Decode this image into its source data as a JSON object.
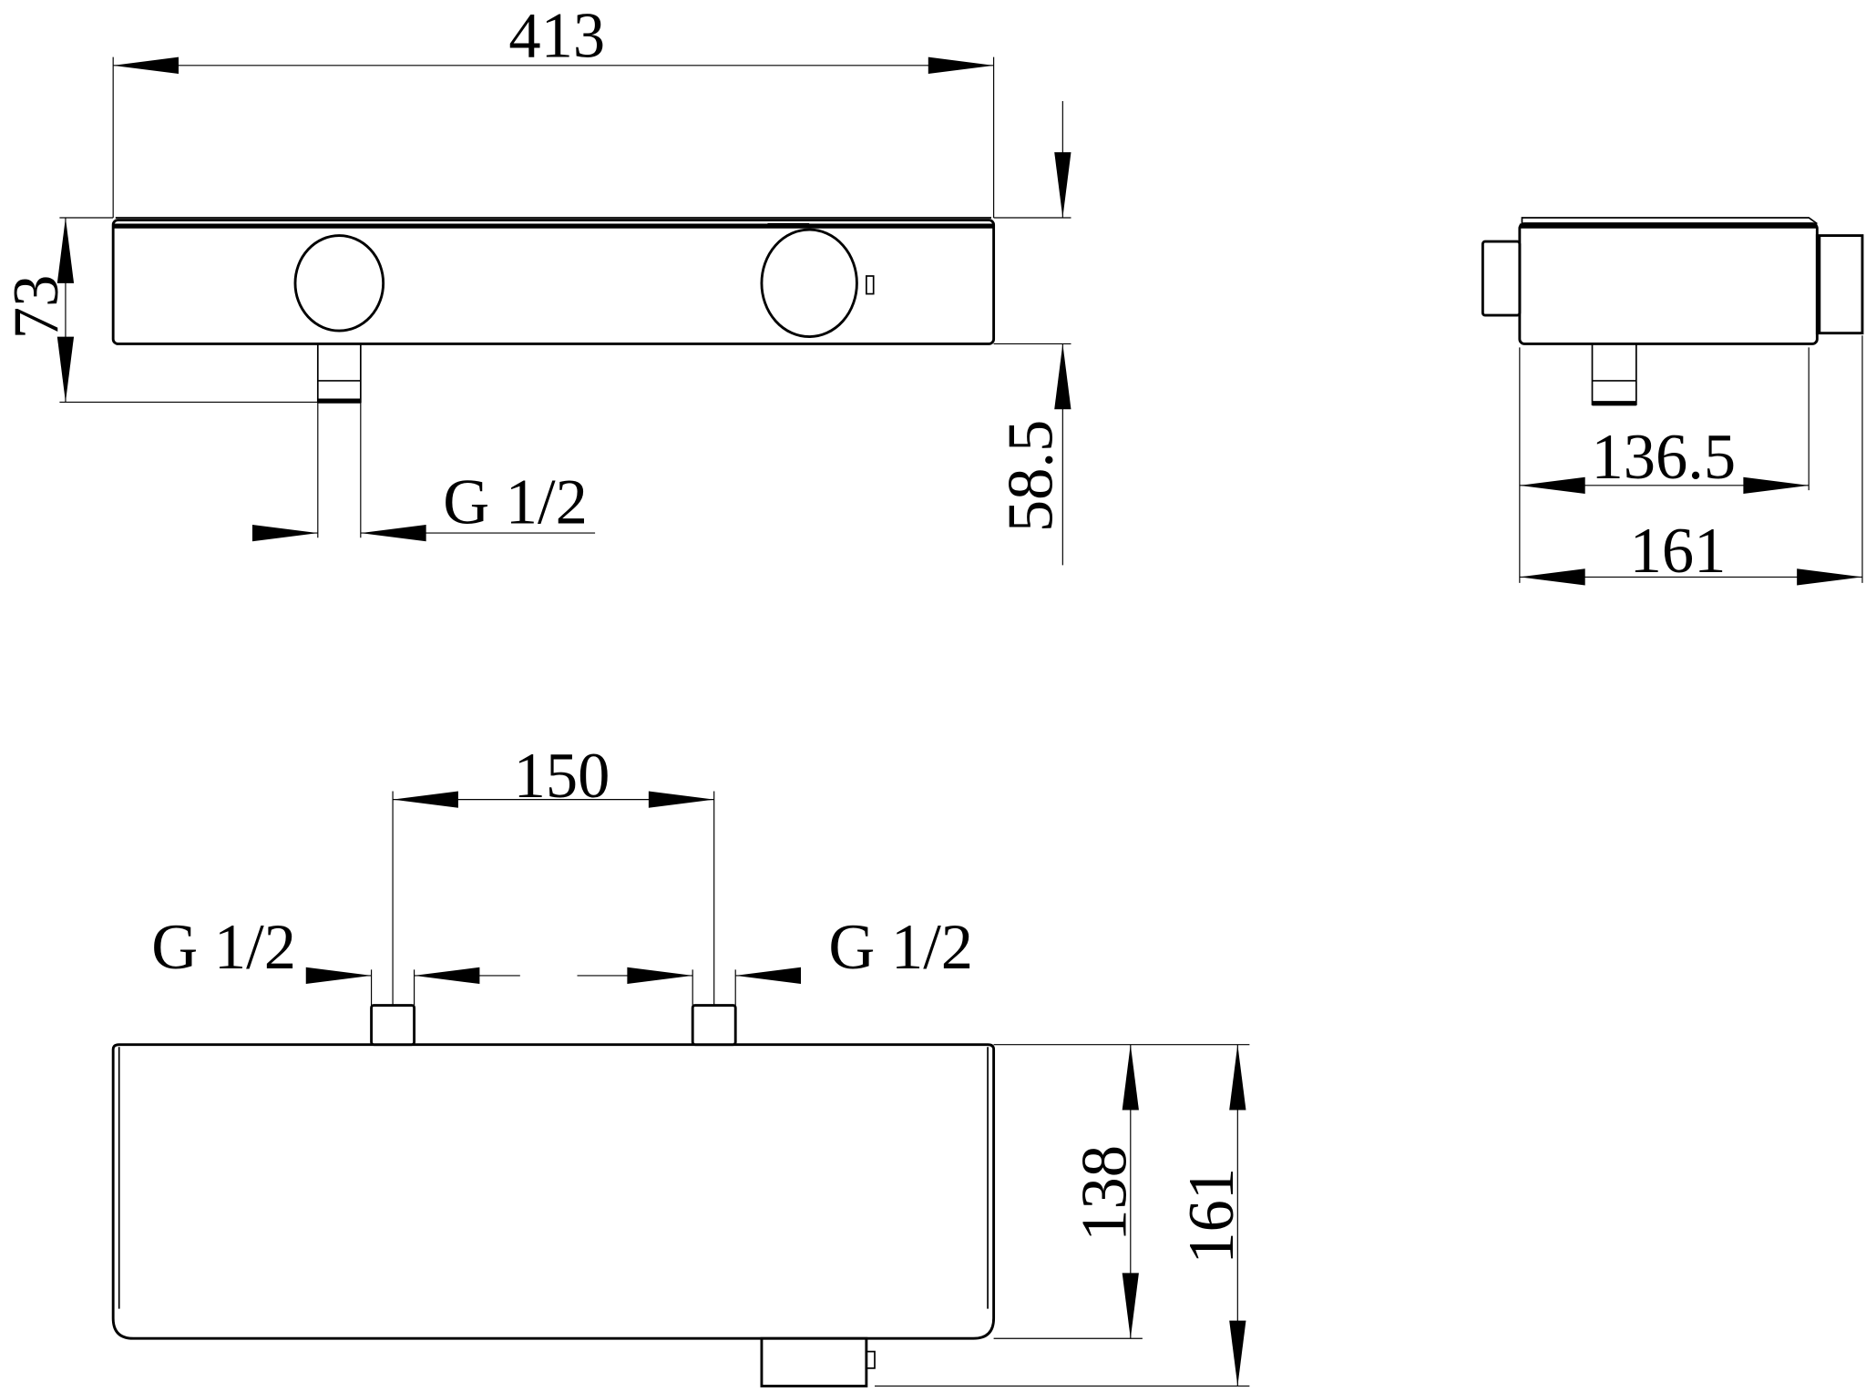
{
  "drawing": {
    "front_view": {
      "width_label": "413",
      "height_label": "73",
      "depth_offset_label": "58.5",
      "outlet_thread_label": "G 1/2"
    },
    "side_view": {
      "body_depth_label": "136.5",
      "total_depth_label": "161"
    },
    "bottom_view": {
      "inlet_spacing_label": "150",
      "left_inlet_thread_label": "G 1/2",
      "right_inlet_thread_label": "G 1/2",
      "body_depth_label": "138",
      "total_depth_label": "161"
    }
  }
}
